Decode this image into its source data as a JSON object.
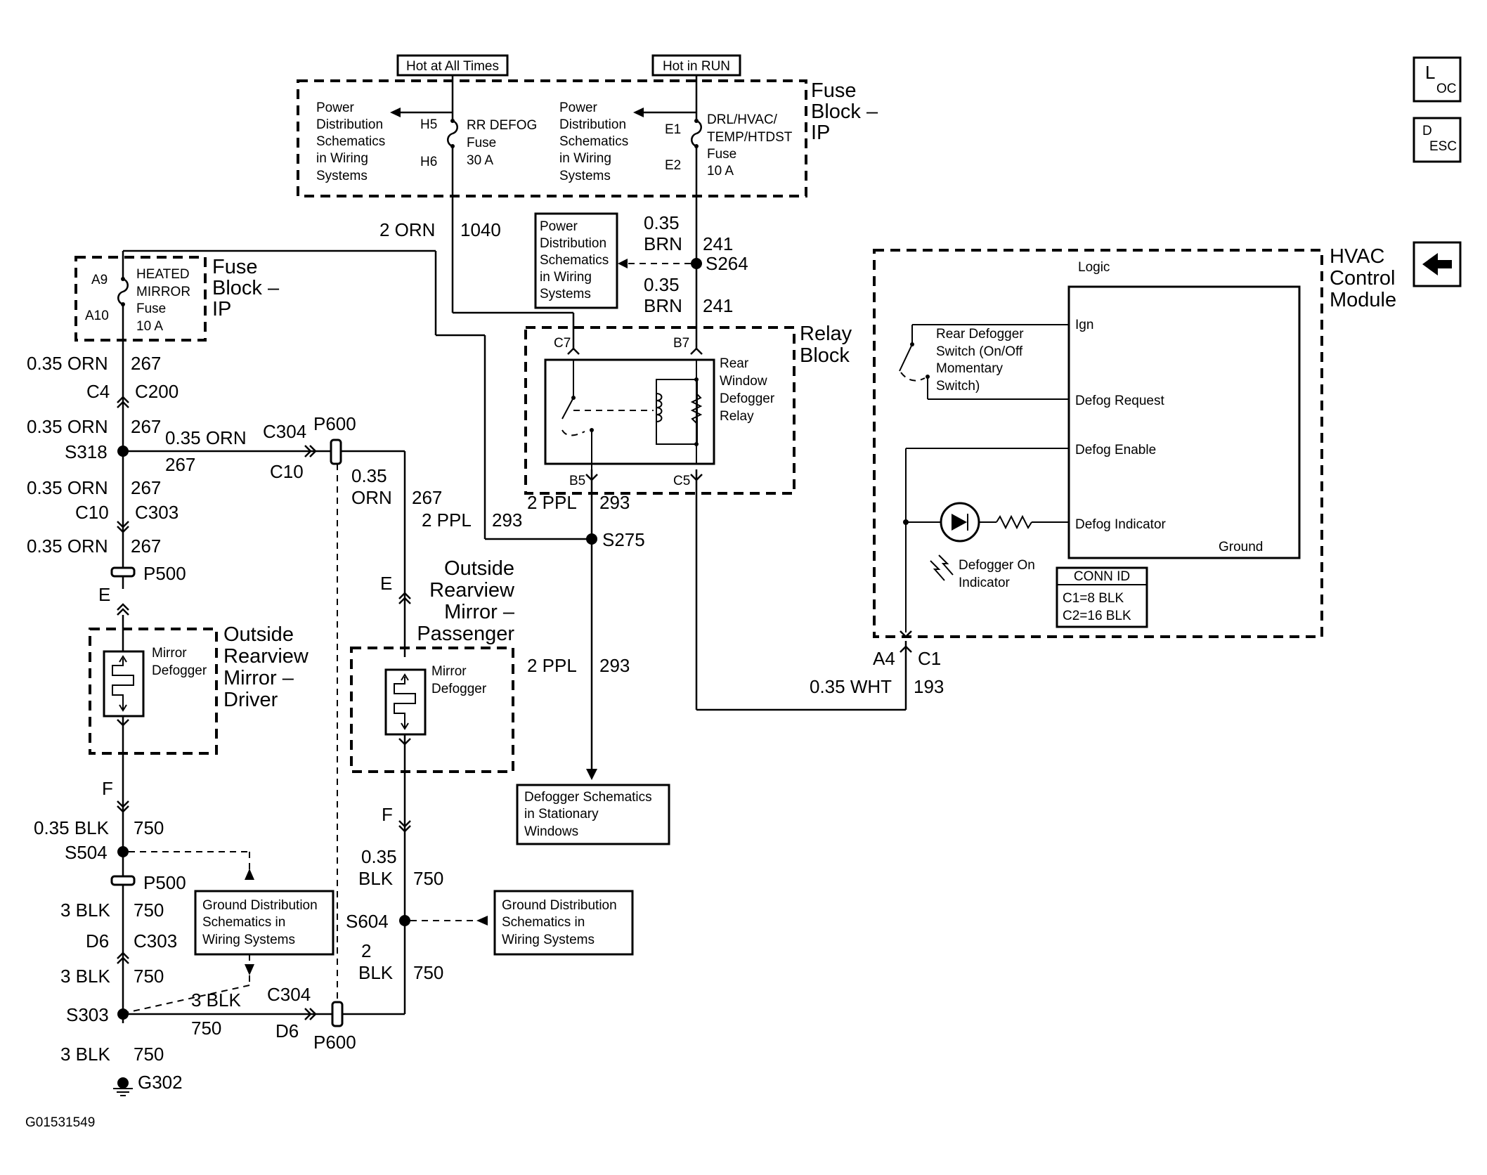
{
  "sources": {
    "hot_at_all_times": "Hot at All Times",
    "hot_in_run": "Hot in RUN"
  },
  "fuse_block_top": {
    "label_lines": [
      "Fuse",
      "Block –",
      "IP"
    ],
    "pds_left": [
      "Power",
      "Distribution",
      "Schematics",
      "in Wiring",
      "Systems"
    ],
    "pds_right": [
      "Power",
      "Distribution",
      "Schematics",
      "in Wiring",
      "Systems"
    ],
    "rr_defog": {
      "pin_in": "H5",
      "pin_out": "H6",
      "lines": [
        "RR DEFOG",
        "Fuse",
        "30 A"
      ]
    },
    "drl": {
      "pin_in": "E1",
      "pin_out": "E2",
      "lines": [
        "DRL/HVAC/",
        "TEMP/HTDST",
        "Fuse",
        "10 A"
      ]
    }
  },
  "wires_top": {
    "orn_1040": {
      "size_color": "2 ORN",
      "circuit": "1040"
    },
    "brn_a": {
      "size": "0.35",
      "color": "BRN",
      "circuit": "241"
    },
    "brn_b": {
      "size": "0.35",
      "color": "BRN",
      "circuit": "241"
    },
    "splice_s264": "S264",
    "pds_box": [
      "Power",
      "Distribution",
      "Schematics",
      "in Wiring",
      "Systems"
    ]
  },
  "fuse_block_left": {
    "label_lines": [
      "Fuse",
      "Block –",
      "IP"
    ],
    "pin_in": "A9",
    "pin_out": "A10",
    "fuse_lines": [
      "HEATED",
      "MIRROR",
      "Fuse",
      "10 A"
    ]
  },
  "left_column": {
    "w1": {
      "wire": "0.35 ORN",
      "circuit": "267"
    },
    "c_a": "C4",
    "c_b": "C200",
    "w2": {
      "wire": "0.35 ORN",
      "circuit": "267"
    },
    "splice": "S318",
    "w3": {
      "wire": "0.35 ORN",
      "circuit": "267"
    },
    "c3_a": "C10",
    "c3_b": "C303",
    "w4": {
      "wire": "0.35 ORN",
      "circuit": "267"
    },
    "p500": "P500",
    "pin_e": "E"
  },
  "branch_267": {
    "wire": "0.35 ORN",
    "circuit": "267",
    "conn_a": "C304",
    "conn_b": "C10",
    "p600": "P600",
    "down_size": "0.35",
    "down_color": "ORN",
    "down_circuit": "267",
    "pin_e": "E"
  },
  "mirror_driver": {
    "inner": [
      "Mirror",
      "Defogger"
    ],
    "label": [
      "Outside",
      "Rearview",
      "Mirror –",
      "Driver"
    ],
    "pin_f": "F"
  },
  "mirror_passenger": {
    "inner": [
      "Mirror",
      "Defogger"
    ],
    "label": [
      "Outside",
      "Rearview",
      "Mirror –",
      "Passenger"
    ],
    "pin_f": "F"
  },
  "relay_block": {
    "label": [
      "Relay",
      "Block"
    ],
    "relay": [
      "Rear",
      "Window",
      "Defogger",
      "Relay"
    ],
    "pins": {
      "c7": "C7",
      "b7": "B7",
      "b5": "B5",
      "c5": "C5"
    }
  },
  "ppl": {
    "w_left": {
      "wire": "2 PPL",
      "circuit": "293"
    },
    "w_right": {
      "wire": "2 PPL",
      "circuit": "293"
    },
    "splice": "S275",
    "w_down": {
      "wire": "2 PPL",
      "circuit": "293"
    },
    "target": [
      "Defogger Schematics",
      "in Stationary",
      "Windows"
    ]
  },
  "hvac": {
    "label": [
      "HVAC",
      "Control",
      "Module"
    ],
    "logic": "Logic",
    "ign": "Ign",
    "switch": [
      "Rear Defogger",
      "Switch (On/Off",
      "Momentary",
      "Switch)"
    ],
    "defog_request": "Defog Request",
    "defog_enable": "Defog Enable",
    "defog_indicator": "Defog Indicator",
    "ground": "Ground",
    "indicator_label": [
      "Defogger On",
      "Indicator"
    ],
    "conn_id": {
      "title": "CONN ID",
      "c1": "C1=8 BLK",
      "c2": "C2=16 BLK"
    },
    "pin_a4": "A4",
    "pin_c1": "C1",
    "wire": "0.35 WHT",
    "circuit": "193"
  },
  "ground_left": {
    "w1": {
      "wire": "0.35 BLK",
      "circuit": "750"
    },
    "s504": "S504",
    "p500": "P500",
    "w2": {
      "wire": "3 BLK",
      "circuit": "750"
    },
    "c_a": "D6",
    "c_b": "C303",
    "w3": {
      "wire": "3 BLK",
      "circuit": "750"
    },
    "s303": "S303",
    "w4": {
      "wire": "3 BLK",
      "circuit": "750"
    },
    "g302": "G302",
    "branch_wire": "3 BLK",
    "branch_circuit": "750",
    "conn_a": "C304",
    "conn_b": "D6",
    "p600": "P600",
    "gds": [
      "Ground Distribution",
      "Schematics in",
      "Wiring Systems"
    ]
  },
  "ground_right": {
    "w1_size": "0.35",
    "w1_color": "BLK",
    "w1_circuit": "750",
    "s604": "S604",
    "w2_size": "2",
    "w2_color": "BLK",
    "w2_circuit": "750",
    "gds": [
      "Ground Distribution",
      "Schematics in",
      "Wiring Systems"
    ]
  },
  "nav": {
    "loc": {
      "big": "L",
      "small": "OC"
    },
    "desc": {
      "big": "D",
      "small": "ESC"
    },
    "back": "←"
  },
  "figure_id": "G01531549"
}
